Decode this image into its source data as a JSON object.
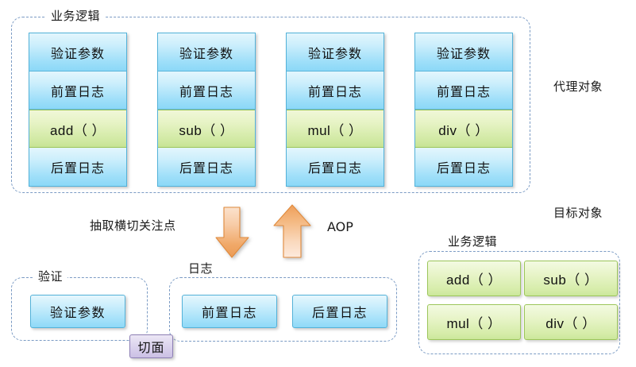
{
  "diagram": {
    "title_top_group": "业务逻辑",
    "proxy_object_label": "代理对象",
    "target_object_label": "目标对象",
    "extract_label": "抽取横切关注点",
    "aop_label": "AOP",
    "aspect_badge": "切面",
    "validate_group_label": "验证",
    "log_group_label": "日志",
    "target_business_group_label": "业务逻辑"
  },
  "proxy_cards": [
    {
      "validate": "验证参数",
      "before_log": "前置日志",
      "method": "add（ ）",
      "after_log": "后置日志"
    },
    {
      "validate": "验证参数",
      "before_log": "前置日志",
      "method": "sub（ ）",
      "after_log": "后置日志"
    },
    {
      "validate": "验证参数",
      "before_log": "前置日志",
      "method": "mul（ ）",
      "after_log": "后置日志"
    },
    {
      "validate": "验证参数",
      "before_log": "前置日志",
      "method": "div（ ）",
      "after_log": "后置日志"
    }
  ],
  "aspects": {
    "validate_items": [
      "验证参数"
    ],
    "log_items": [
      "前置日志",
      "后置日志"
    ]
  },
  "target_methods": [
    "add（ ）",
    "sub（ ）",
    "mul（ ）",
    "div（ ）"
  ],
  "arrows": {
    "down_arrow_name": "extract-down-arrow",
    "up_arrow_name": "aop-up-arrow"
  },
  "colors": {
    "dashed_border": "#7b9bc4",
    "blue_fill": "#9fdff9",
    "blue_border": "#53b2d9",
    "green_fill": "#cfe8a0",
    "green_border": "#9cc65a",
    "arrow_orange": "#f0a868",
    "aspect_purple": "#cbc0e4"
  }
}
